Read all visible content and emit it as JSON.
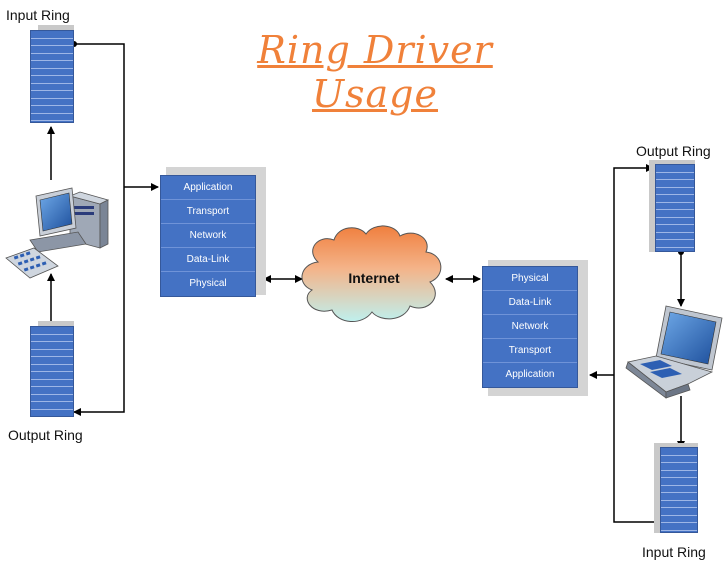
{
  "title": "Ring Driver Usage",
  "left_input_ring_label": "Input Ring",
  "left_output_ring_label": "Output Ring",
  "right_output_ring_label": "Output Ring",
  "right_input_ring_label": "Input Ring",
  "cloud_label": "Internet",
  "left_stack": [
    "Application",
    "Transport",
    "Network",
    "Data-Link",
    "Physical"
  ],
  "right_stack": [
    "Physical",
    "Data-Link",
    "Network",
    "Transport",
    "Application"
  ],
  "colors": {
    "layer_blue": "#4472c4",
    "title_orange": "#f0813a",
    "cloud_top": "#f07f3e",
    "cloud_bottom": "#bff0ee"
  }
}
